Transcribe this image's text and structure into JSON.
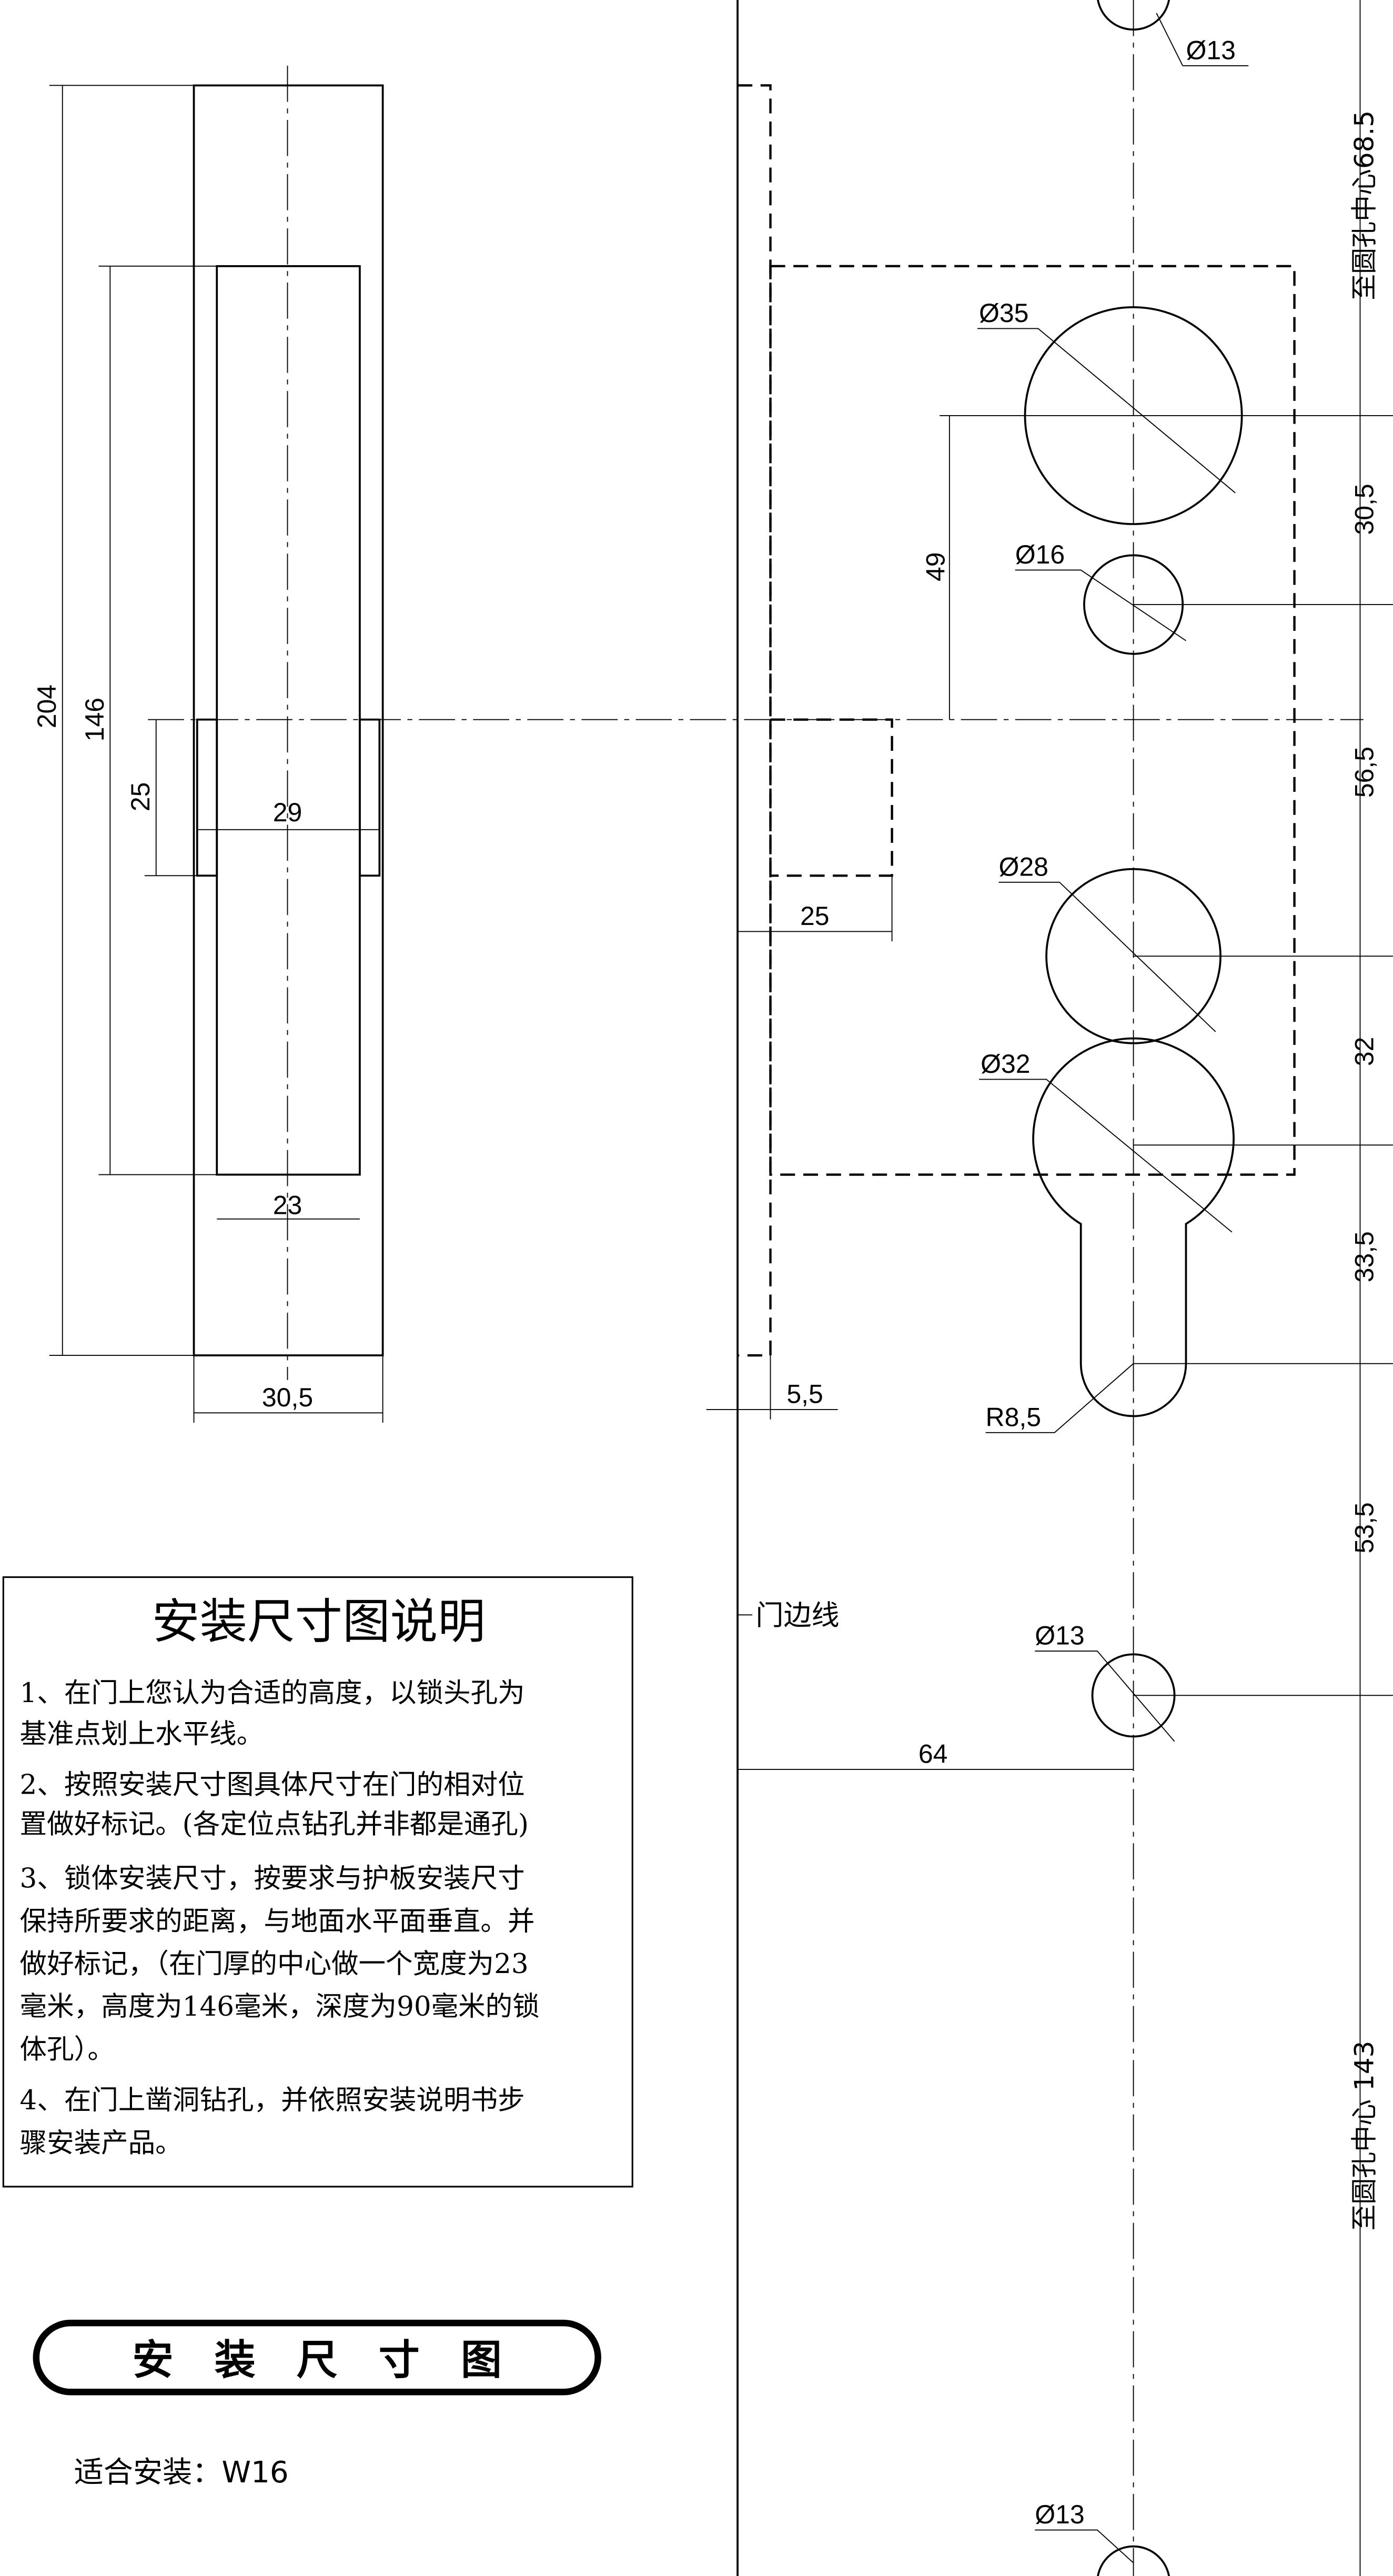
{
  "left_view": {
    "dims": {
      "total_height": "204",
      "cutout_height": "146",
      "strip_height": "25",
      "strip_width": "29",
      "cutout_width": "23",
      "door_thickness": "30,5"
    }
  },
  "right_view": {
    "diameters": {
      "top": "Ø13",
      "d35": "Ø35",
      "d16": "Ø16",
      "d28": "Ø28",
      "d32": "Ø32",
      "lower": "Ø13",
      "bottom": "Ø13"
    },
    "radius": "R8,5",
    "dims": {
      "d49": "49",
      "d25": "25",
      "d5_5": "5,5",
      "d64": "64",
      "d30_5": "30,5",
      "d56_5": "56,5",
      "d32": "32",
      "d33_5": "33,5",
      "d53_5": "53,5"
    },
    "to_center_top": "至圆孔中心68.5",
    "to_center_bottom": "至圆孔中心 143",
    "door_edge_label": "门边线"
  },
  "instructions": {
    "title": "安装尺寸图说明",
    "lines": [
      "1、在门上您认为合适的高度，以锁头孔为",
      "基准点划上水平线。",
      "2、按照安装尺寸图具体尺寸在门的相对位",
      "置做好标记。(各定位点钻孔并非都是通孔)",
      "3、锁体安装尺寸，按要求与护板安装尺寸",
      "保持所要求的距离，与地面水平面垂直。并",
      "做好标记，（在门厚的中心做一个宽度为23",
      "毫米，高度为146毫米，深度为90毫米的锁",
      "体孔）。",
      "4、在门上凿洞钻孔，并依照安装说明书步",
      "骤安装产品。"
    ]
  },
  "banner": "安　装　尺　寸　图",
  "suitable": "适合安装：W16"
}
